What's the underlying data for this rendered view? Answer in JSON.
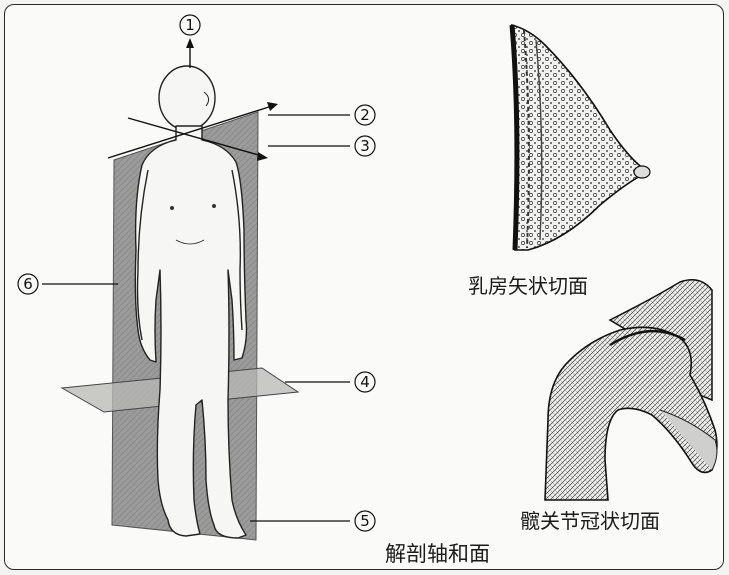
{
  "title": "解剖轴和面",
  "captions": {
    "breast": "乳房矢状切面",
    "hip": "髋关节冠状切面"
  },
  "labels": [
    {
      "id": "1",
      "text": "1"
    },
    {
      "id": "2",
      "text": "2"
    },
    {
      "id": "3",
      "text": "3"
    },
    {
      "id": "4",
      "text": "4"
    },
    {
      "id": "5",
      "text": "5"
    },
    {
      "id": "6",
      "text": "6"
    }
  ]
}
